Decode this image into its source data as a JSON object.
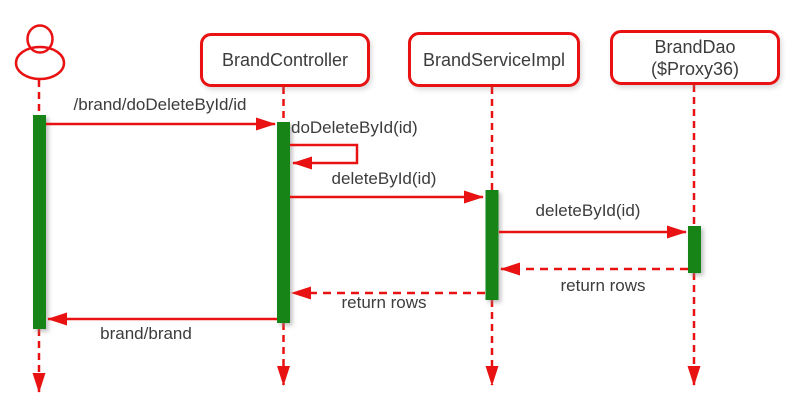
{
  "diagram": {
    "type": "uml-sequence-diagram",
    "participants": [
      {
        "id": "user",
        "kind": "actor",
        "label": ""
      },
      {
        "id": "controller",
        "kind": "object",
        "label": "BrandController"
      },
      {
        "id": "service",
        "kind": "object",
        "label": "BrandServiceImpl"
      },
      {
        "id": "dao",
        "kind": "object",
        "label": "BrandDao",
        "sublabel": "($Proxy36)"
      }
    ],
    "messages": [
      {
        "from": "user",
        "to": "controller",
        "label": "/brand/doDeleteById/id",
        "style": "solid"
      },
      {
        "from": "controller",
        "to": "controller",
        "label": "doDeleteById(id)",
        "style": "self-call"
      },
      {
        "from": "controller",
        "to": "service",
        "label": "deleteById(id)",
        "style": "solid"
      },
      {
        "from": "service",
        "to": "dao",
        "label": "deleteById(id)",
        "style": "solid"
      },
      {
        "from": "dao",
        "to": "service",
        "label": "return rows",
        "style": "dashed-return"
      },
      {
        "from": "service",
        "to": "controller",
        "label": "return rows",
        "style": "dashed-return"
      },
      {
        "from": "controller",
        "to": "user",
        "label": "brand/brand",
        "style": "solid"
      }
    ],
    "colors": {
      "line_red": "#e81212",
      "activation_green": "#178417",
      "label_text": "#3c3c3c",
      "background": "#ffffff"
    }
  }
}
